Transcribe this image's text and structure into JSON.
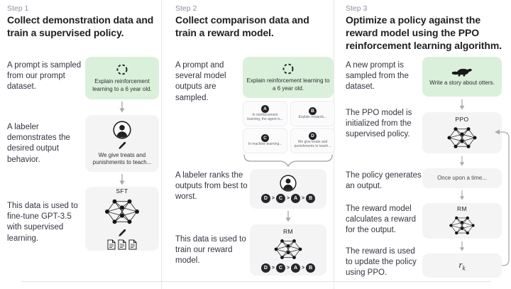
{
  "colors": {
    "green_box": "#daf0da",
    "gray_box": "#f4f4f4",
    "divider": "#e7e7ea",
    "step_label": "#8e8ea0",
    "heading": "#202123",
    "body_text": "#343541",
    "arrow": "#a9abaf",
    "rank_circle": "#26272b"
  },
  "steps": [
    {
      "label": "Step 1",
      "title": "Collect demonstration data and train a supervised policy.",
      "texts": {
        "prompt": "A prompt is sampled from our prompt dataset.",
        "labeler": "A labeler demonstrates the desired output behavior.",
        "finetune": "This data is used to fine-tune GPT-3.5 with supervised learning."
      },
      "figures": {
        "prompt_caption": "Explain reinforcement learning to a 6 year old.",
        "labeler_caption": "We give treats and punishments to teach...",
        "model_label": "SFT"
      }
    },
    {
      "label": "Step 2",
      "title": "Collect comparison data and train a reward model.",
      "texts": {
        "prompt": "A prompt and several model outputs are sampled.",
        "rank": "A labeler ranks the outputs from best to worst.",
        "train": "This data is used to train our reward model."
      },
      "figures": {
        "prompt_caption": "Explain reinforcement learning to a 6 year old.",
        "outputs": [
          {
            "letter": "A",
            "text": "In reinforcement learning, the agent is..."
          },
          {
            "letter": "B",
            "text": "Explain rewards..."
          },
          {
            "letter": "C",
            "text": "In machine learning..."
          },
          {
            "letter": "D",
            "text": "We give treats and punishments to teach..."
          }
        ],
        "ranking": [
          "D",
          "C",
          "A",
          "B"
        ],
        "ranking_separator": ">",
        "model_label": "RM"
      }
    },
    {
      "label": "Step 3",
      "title": "Optimize a policy against the reward model using the PPO reinforcement learning algorithm.",
      "texts": {
        "prompt": "A new prompt is sampled from the dataset.",
        "init": "The PPO model is initialized from the supervised policy.",
        "generate": "The policy generates an output.",
        "reward": "The reward model calculates a reward for the output.",
        "update": "The reward is used to update the policy using PPO."
      },
      "figures": {
        "prompt_caption": "Write a story about otters.",
        "ppo_label": "PPO",
        "output_text": "Once upon a time...",
        "rm_label": "RM",
        "reward_symbol": "r",
        "reward_subscript": "k"
      }
    }
  ]
}
